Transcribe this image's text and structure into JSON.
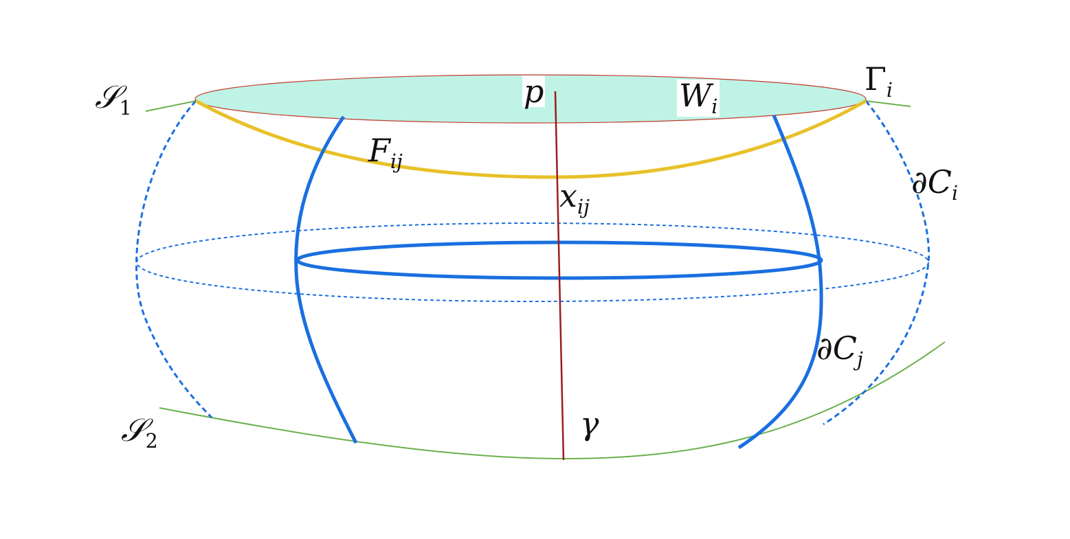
{
  "labels": {
    "S1": {
      "main": "𝒮",
      "sub": "1"
    },
    "S2": {
      "main": "𝒮",
      "sub": "2"
    },
    "p": {
      "main": "p"
    },
    "Wi": {
      "main": "W",
      "sub": "i"
    },
    "Gamma_i": {
      "main": "Γ",
      "sub": "i"
    },
    "Fij": {
      "main": "F",
      "sub": "ij"
    },
    "xij": {
      "main": "x",
      "sub": "ij"
    },
    "dCi": {
      "main": "∂C",
      "sub": "i"
    },
    "dCj": {
      "main": "∂C",
      "sub": "j"
    },
    "gamma": {
      "main": "γ"
    }
  },
  "colors": {
    "surface_green": "#6ab04c",
    "top_disk_fill": "#bff3e6",
    "top_disk_stroke": "#c0392b",
    "yellow_curve": "#e8c12a",
    "blue": "#1a6fe0",
    "axis_red": "#9b1c1c"
  }
}
